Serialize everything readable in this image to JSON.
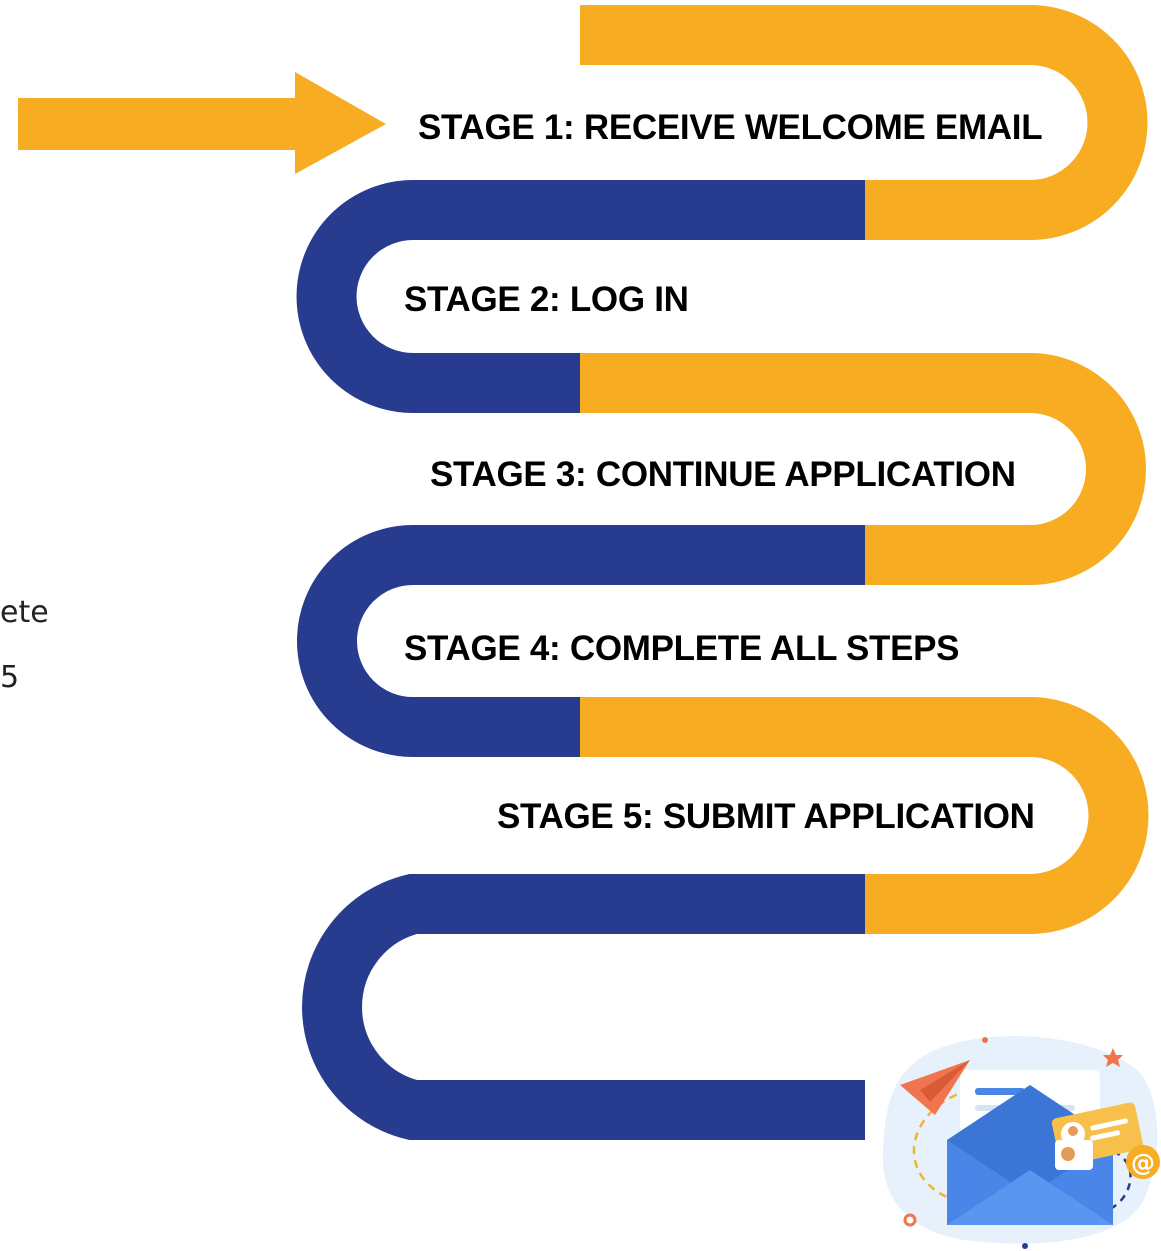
{
  "stages": [
    {
      "label": "STAGE 1: RECEIVE WELCOME EMAIL"
    },
    {
      "label": "STAGE 2: LOG IN"
    },
    {
      "label": "STAGE 3: CONTINUE APPLICATION"
    },
    {
      "label": "STAGE 4: COMPLETE ALL STEPS"
    },
    {
      "label": "STAGE 5: SUBMIT APPLICATION"
    }
  ],
  "side_text": {
    "line_1": "ete",
    "line_2": "5"
  },
  "colors": {
    "orange": "#F7AC21",
    "navy": "#283C8F",
    "envelope_blue": "#4A86E8",
    "blob": "#E6F1FB",
    "text": "#000000"
  },
  "icons": {
    "start_arrow": "arrow-right-icon",
    "illustration": "email-envelope-illustration"
  }
}
